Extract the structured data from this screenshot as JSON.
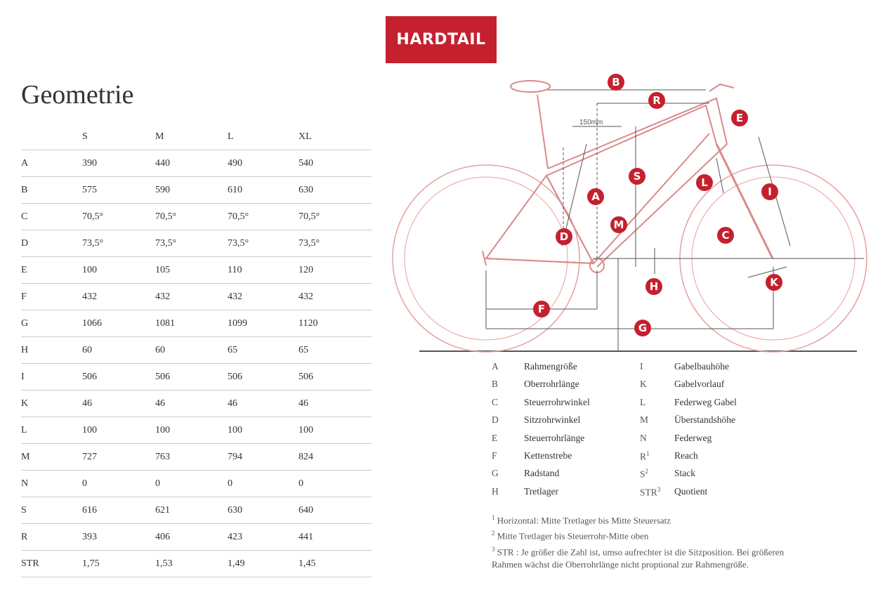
{
  "title": "Geometrie",
  "badge": "HARDTAIL",
  "table": {
    "headers": [
      "",
      "S",
      "M",
      "L",
      "XL"
    ],
    "rows": [
      [
        "A",
        "390",
        "440",
        "490",
        "540"
      ],
      [
        "B",
        "575",
        "590",
        "610",
        "630"
      ],
      [
        "C",
        "70,5°",
        "70,5°",
        "70,5°",
        "70,5°"
      ],
      [
        "D",
        "73,5°",
        "73,5°",
        "73,5°",
        "73,5°"
      ],
      [
        "E",
        "100",
        "105",
        "110",
        "120"
      ],
      [
        "F",
        "432",
        "432",
        "432",
        "432"
      ],
      [
        "G",
        "1066",
        "1081",
        "1099",
        "1120"
      ],
      [
        "H",
        "60",
        "60",
        "65",
        "65"
      ],
      [
        "I",
        "506",
        "506",
        "506",
        "506"
      ],
      [
        "K",
        "46",
        "46",
        "46",
        "46"
      ],
      [
        "L",
        "100",
        "100",
        "100",
        "100"
      ],
      [
        "M",
        "727",
        "763",
        "794",
        "824"
      ],
      [
        "N",
        "0",
        "0",
        "0",
        "0"
      ],
      [
        "S",
        "616",
        "621",
        "630",
        "640"
      ],
      [
        "R",
        "393",
        "406",
        "423",
        "441"
      ],
      [
        "STR",
        "1,75",
        "1,53",
        "1,49",
        "1,45"
      ]
    ]
  },
  "diagram": {
    "accent": "#c5202e",
    "frame_color": "#e8a0a0",
    "dim_150": "150mm",
    "labels": [
      "A",
      "B",
      "C",
      "D",
      "E",
      "F",
      "G",
      "H",
      "I",
      "K",
      "L",
      "M",
      "R",
      "S"
    ]
  },
  "legend": {
    "left": [
      {
        "code": "A",
        "sup": "",
        "name": "Rahmengröße"
      },
      {
        "code": "B",
        "sup": "",
        "name": "Oberrohrlänge"
      },
      {
        "code": "C",
        "sup": "",
        "name": "Steuerrohrwinkel"
      },
      {
        "code": "D",
        "sup": "",
        "name": "Sitzrohrwinkel"
      },
      {
        "code": "E",
        "sup": "",
        "name": "Steuerrohrlänge"
      },
      {
        "code": "F",
        "sup": "",
        "name": "Kettenstrebe"
      },
      {
        "code": "G",
        "sup": "",
        "name": "Radstand"
      },
      {
        "code": "H",
        "sup": "",
        "name": "Tretlager"
      }
    ],
    "right": [
      {
        "code": "I",
        "sup": "",
        "name": "Gabelbauhöhe"
      },
      {
        "code": "K",
        "sup": "",
        "name": "Gabelvorlauf"
      },
      {
        "code": "L",
        "sup": "",
        "name": "Federweg Gabel"
      },
      {
        "code": "M",
        "sup": "",
        "name": "Überstandshöhe"
      },
      {
        "code": "N",
        "sup": "",
        "name": "Federweg"
      },
      {
        "code": "R",
        "sup": "1",
        "name": "Reach"
      },
      {
        "code": "S",
        "sup": "2",
        "name": "Stack"
      },
      {
        "code": "STR",
        "sup": "3",
        "name": "Quotient"
      }
    ]
  },
  "notes": [
    {
      "sup": "1",
      "text": "Horizontal: Mitte Tretlager bis Mitte Steuersatz"
    },
    {
      "sup": "2",
      "text": "Mitte Tretlager bis Steuerrohr-Mitte oben"
    },
    {
      "sup": "3",
      "text": "STR : Je größer die Zahl ist, umso aufrechter ist die Sitzposition. Bei größeren Rahmen wächst die Oberrohrlänge nicht proptional zur Rahmengröße."
    }
  ]
}
